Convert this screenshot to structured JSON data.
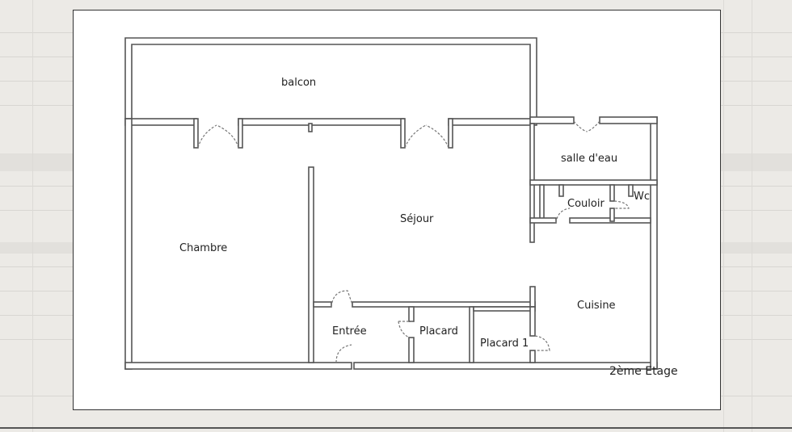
{
  "rooms": {
    "balcon": "balcon",
    "salle_deau": "salle d'eau",
    "couloir": "Couloir",
    "wc": "Wc",
    "sejour": "Séjour",
    "chambre": "Chambre",
    "cuisine": "Cuisine",
    "entree": "Entrée",
    "placard": "Placard",
    "placard1": "Placard 1"
  },
  "floor": "2ème Etage"
}
